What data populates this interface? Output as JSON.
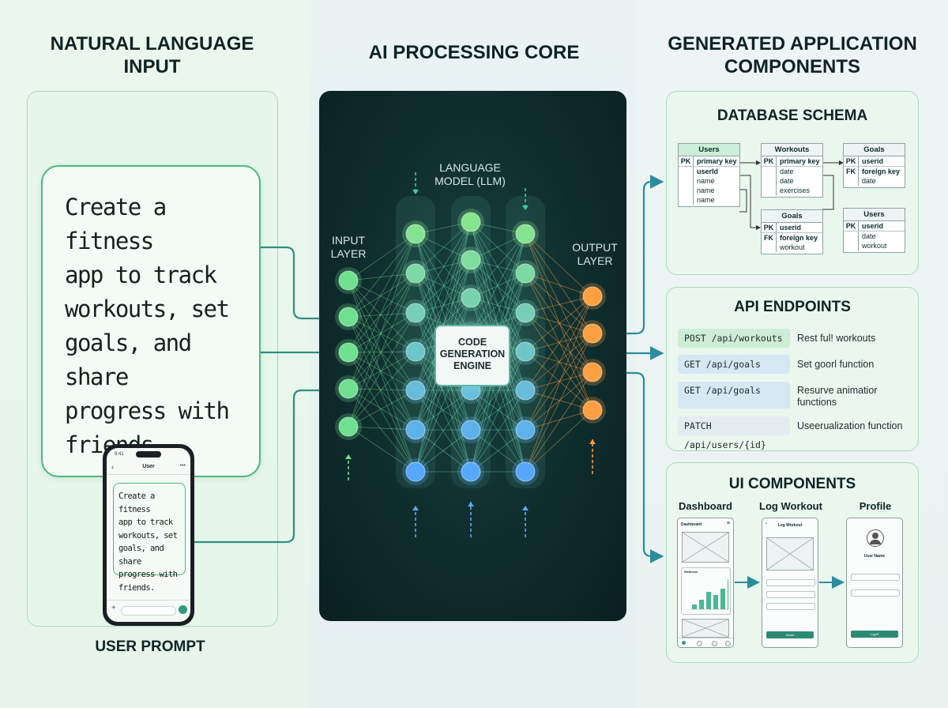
{
  "columns": {
    "input": {
      "heading_line1": "NATURAL LANGUAGE",
      "heading_line2": "INPUT",
      "caption": "USER PROMPT"
    },
    "core": {
      "heading": "AI PROCESSING CORE"
    },
    "output": {
      "heading_line1": "GENERATED APPLICATION",
      "heading_line2": "COMPONENTS"
    }
  },
  "prompt": {
    "text": "Create a fitness\napp to track\nworkouts, set\ngoals, and share\nprogress with\nfriends."
  },
  "phone": {
    "time": "9:41",
    "title": "User",
    "menu": "•••",
    "bubble_text": "Create a fitness\napp to track\nworkouts, set\ngoals, and share\nprogress with\nfriends.",
    "add_symbol": "+"
  },
  "network": {
    "llm_label_line1": "LANGUAGE",
    "llm_label_line2": "MODEL (LLM)",
    "input_layer_line1": "INPUT",
    "input_layer_line2": "LAYER",
    "output_layer_line1": "OUTPUT",
    "output_layer_line2": "LAYER",
    "engine_line1": "CODE",
    "engine_line2": "GENERATION",
    "engine_line3": "ENGINE"
  },
  "database": {
    "title": "DATABASE SCHEMA",
    "tables": [
      {
        "name": "Users",
        "rows": [
          {
            "key": "PK",
            "field": "primary key",
            "bold": true
          },
          {
            "key": "",
            "field": "userId",
            "bold": true
          },
          {
            "key": "",
            "field": "name"
          },
          {
            "key": "",
            "field": "name"
          },
          {
            "key": "",
            "field": "name"
          }
        ]
      },
      {
        "name": "Workouts",
        "rows": [
          {
            "key": "PK",
            "field": "primary key",
            "bold": true
          },
          {
            "key": "",
            "field": "date"
          },
          {
            "key": "",
            "field": "date"
          },
          {
            "key": "",
            "field": "exercises"
          }
        ]
      },
      {
        "name": "Goals",
        "rows": [
          {
            "key": "PK",
            "field": "userid",
            "bold": true
          },
          {
            "key": "FK",
            "field": "foreign key",
            "bold": true
          },
          {
            "key": "",
            "field": "date"
          }
        ]
      },
      {
        "name": "Goals",
        "rows": [
          {
            "key": "PK",
            "field": "userid",
            "bold": true
          },
          {
            "key": "FK",
            "field": "foreign key",
            "bold": true
          },
          {
            "key": "",
            "field": "workout"
          }
        ]
      },
      {
        "name": "Users",
        "rows": [
          {
            "key": "PK",
            "field": "userid",
            "bold": true
          },
          {
            "key": "",
            "field": "date"
          },
          {
            "key": "",
            "field": "workout"
          }
        ]
      }
    ]
  },
  "api": {
    "title": "API ENDPOINTS",
    "endpoints": [
      {
        "route": "POST /api/workouts",
        "desc": "Rest ful! workouts",
        "color": "#cdeed4"
      },
      {
        "route": "GET /api/goals",
        "desc": "Set goorl function",
        "color": "#d6e8f2"
      },
      {
        "route": "GET /api/goals",
        "desc": "Resurve animatior functions",
        "color": "#d6e8f2"
      },
      {
        "route": "PATCH /api/users/{id}",
        "desc": "Useerualization function",
        "color": "#e3ecf0"
      }
    ]
  },
  "ui": {
    "title": "UI COMPONENTS",
    "screens": [
      {
        "name": "Dashboard",
        "header": "Dashboard",
        "card": "Wellness",
        "bars": [
          0.15,
          0.3,
          0.55,
          0.45,
          0.65,
          0.95
        ]
      },
      {
        "name": "Log Workout",
        "header": "Log Workout",
        "button": "Stand"
      },
      {
        "name": "Profile",
        "header": "User Name",
        "button": "LogIN"
      }
    ]
  },
  "colors": {
    "input_node": "#6fe08f",
    "hidden_node": "#7cd6d0",
    "lower_node": "#5aa8ff",
    "output_node": "#ff9f3f",
    "green_arrow": "#2f8f7f",
    "teal_arrow": "#2a8c9c"
  }
}
